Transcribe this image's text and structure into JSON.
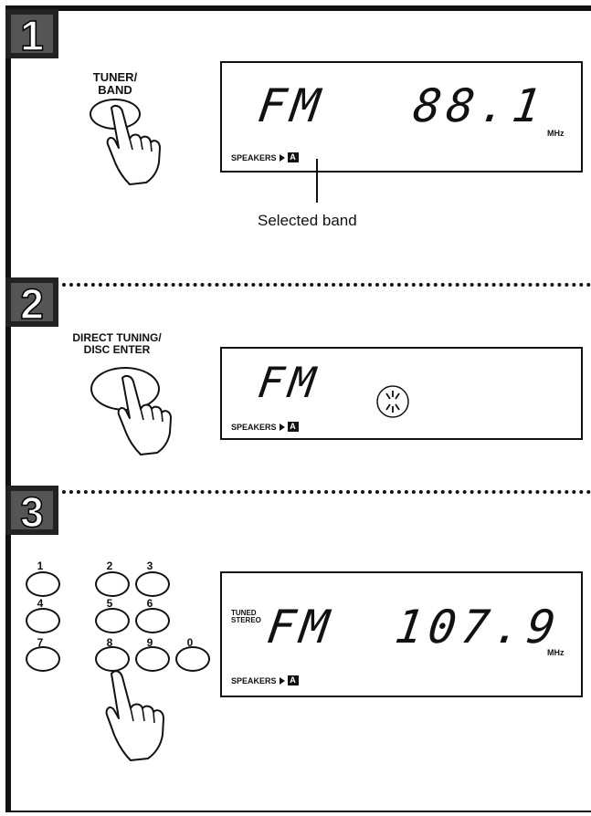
{
  "steps": [
    {
      "number": "1",
      "button_label_line1": "TUNER/",
      "button_label_line2": "BAND",
      "display": {
        "band": "FM",
        "frequency": "88.1",
        "unit": "MHz",
        "speakers": "SPEAKERS",
        "speakers_ind": "A"
      },
      "caption": "Selected band"
    },
    {
      "number": "2",
      "button_label_line1": "DIRECT TUNING/",
      "button_label_line2": "DISC ENTER",
      "display": {
        "band": "FM",
        "speakers": "SPEAKERS",
        "speakers_ind": "A"
      }
    },
    {
      "number": "3",
      "keys": [
        "1",
        "2",
        "3",
        "4",
        "5",
        "6",
        "7",
        "8",
        "9",
        "0"
      ],
      "display": {
        "tuned": "TUNED",
        "stereo": "STEREO",
        "band": "FM",
        "frequency": "107.9",
        "unit": "MHz",
        "speakers": "SPEAKERS",
        "speakers_ind": "A"
      }
    }
  ]
}
